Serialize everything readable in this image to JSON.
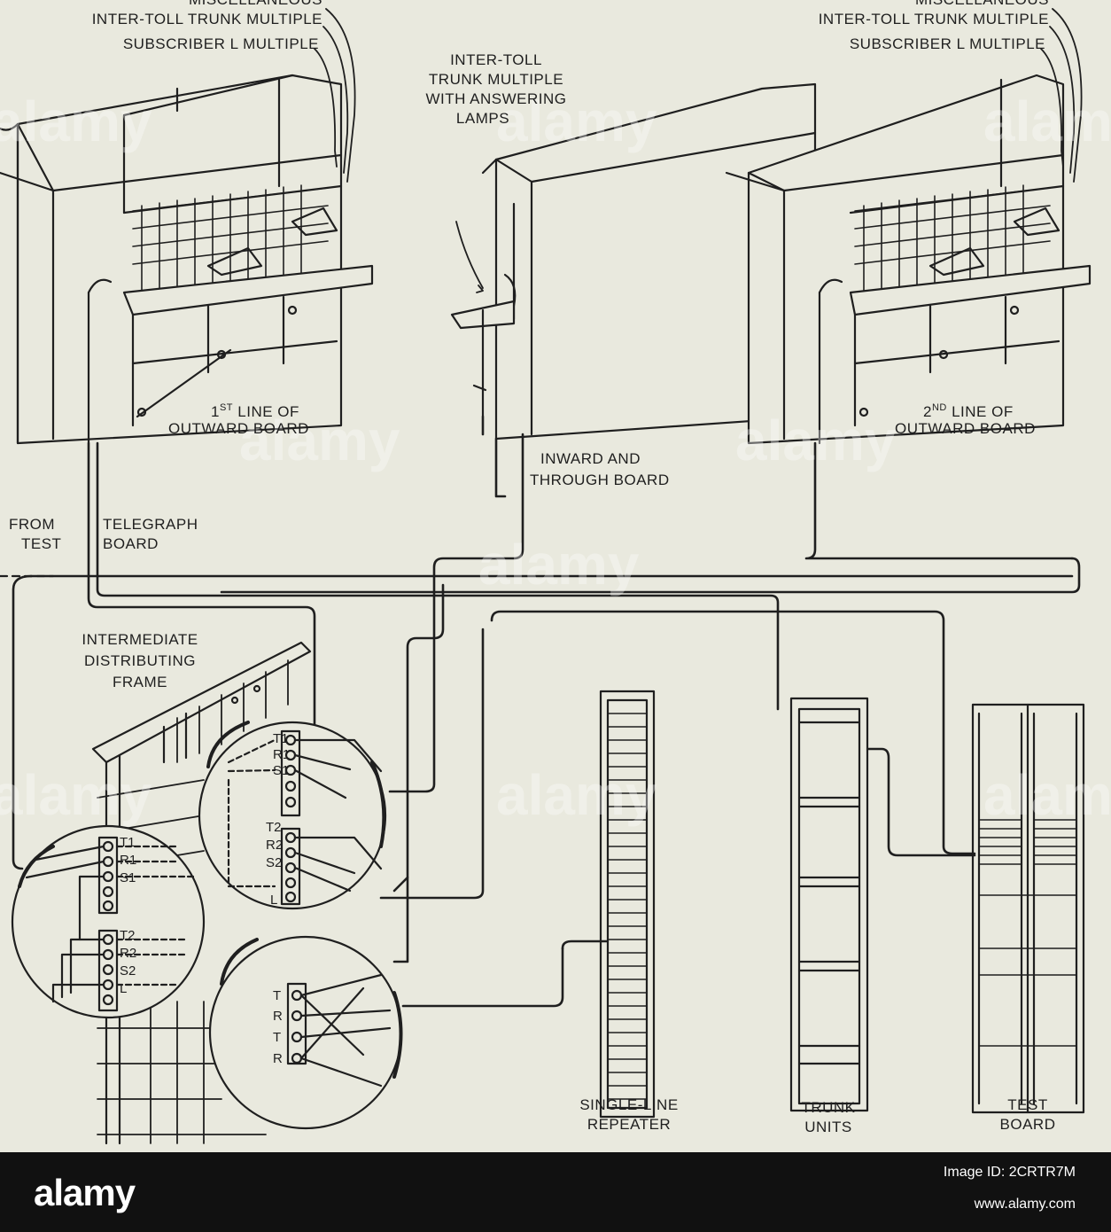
{
  "labels": {
    "misc_left": "MISCELLANEOUS",
    "inter_toll_left": "INTER-TOLL TRUNK MULTIPLE",
    "subscriber_left": "SUBSCRIBER L MULTIPLE",
    "misc_right": "MISCELLANEOUS",
    "inter_toll_right": "INTER-TOLL TRUNK MULTIPLE",
    "subscriber_right": "SUBSCRIBER L MULTIPLE",
    "answering_line1": "INTER-TOLL",
    "answering_line2": "TRUNK MULTIPLE",
    "answering_line3": "WITH ANSWERING",
    "answering_line4": "LAMPS",
    "first_line_num": "1",
    "first_line_sup": "ST",
    "first_line_rest": "LINE OF",
    "first_line_2": "OUTWARD BOARD",
    "second_line_num": "2",
    "second_line_sup": "ND",
    "second_line_rest": "LINE OF",
    "second_line_2": "OUTWARD BOARD",
    "inward_1": "INWARD AND",
    "inward_2": "THROUGH BOARD",
    "from_1": "FROM",
    "from_2": "TEST",
    "telegraph_1": "TELEGRAPH",
    "telegraph_2": "BOARD",
    "idf_1": "INTERMEDIATE",
    "idf_2": "DISTRIBUTING",
    "idf_3": "FRAME",
    "repeater_1": "SINGLE-LINE",
    "repeater_2": "REPEATER",
    "trunk_1": "TRUNK",
    "trunk_2": "UNITS",
    "test_1": "TEST",
    "test_2": "BOARD"
  },
  "terminals": {
    "upper": [
      "T1",
      "R1",
      "S1",
      "T2",
      "R2",
      "S2",
      "L"
    ],
    "left": [
      "T1",
      "R1",
      "S1",
      "T2",
      "R2",
      "S2",
      "L"
    ],
    "lower": [
      "T",
      "R",
      "T",
      "R"
    ]
  },
  "watermark": "alamy",
  "footer": {
    "logo": "alamy",
    "image_id": "Image ID: 2CRTR7M",
    "url": "www.alamy.com"
  },
  "colors": {
    "background": "#e9e9de",
    "ink": "#1f1f1f",
    "footer": "#111111"
  }
}
